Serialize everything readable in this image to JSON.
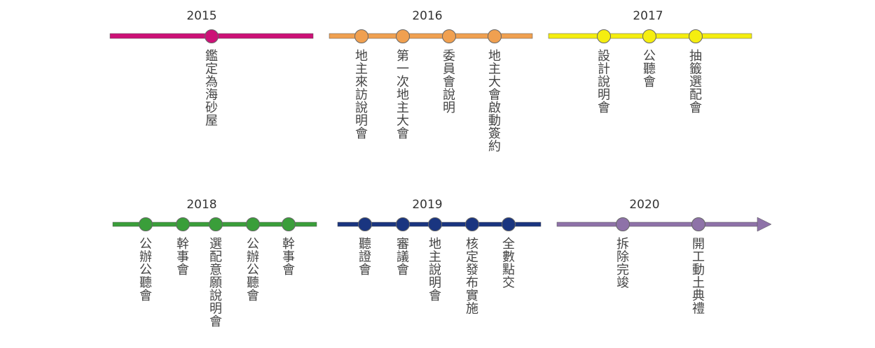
{
  "rows": [
    {
      "segments": [
        {
          "year": "2015",
          "color": "#cc1177",
          "events": [
            "鑑定為海砂屋"
          ]
        },
        {
          "year": "2016",
          "color": "#f0a050",
          "events": [
            "地主來訪說明會",
            "第一次地主大會",
            "委員會說明",
            "地主大會啟動簽約"
          ]
        },
        {
          "year": "2017",
          "color": "#f5ee10",
          "events": [
            "設計說明會",
            "公聽會",
            "抽籤選配會"
          ]
        }
      ]
    },
    {
      "segments": [
        {
          "year": "2018",
          "color": "#3a9e3a",
          "events": [
            "公辦公聽會",
            "幹事會",
            "選配意願說明會",
            "公辦公聽會",
            "幹事會"
          ]
        },
        {
          "year": "2019",
          "color": "#1a3580",
          "events": [
            "聽證會",
            "審議會",
            "地主說明會",
            "核定發布實施",
            "全數點交"
          ]
        },
        {
          "year": "2020",
          "color": "#8e72a8",
          "arrow": true,
          "events": [
            "拆除完竣",
            "開工動土典禮"
          ]
        }
      ]
    }
  ]
}
